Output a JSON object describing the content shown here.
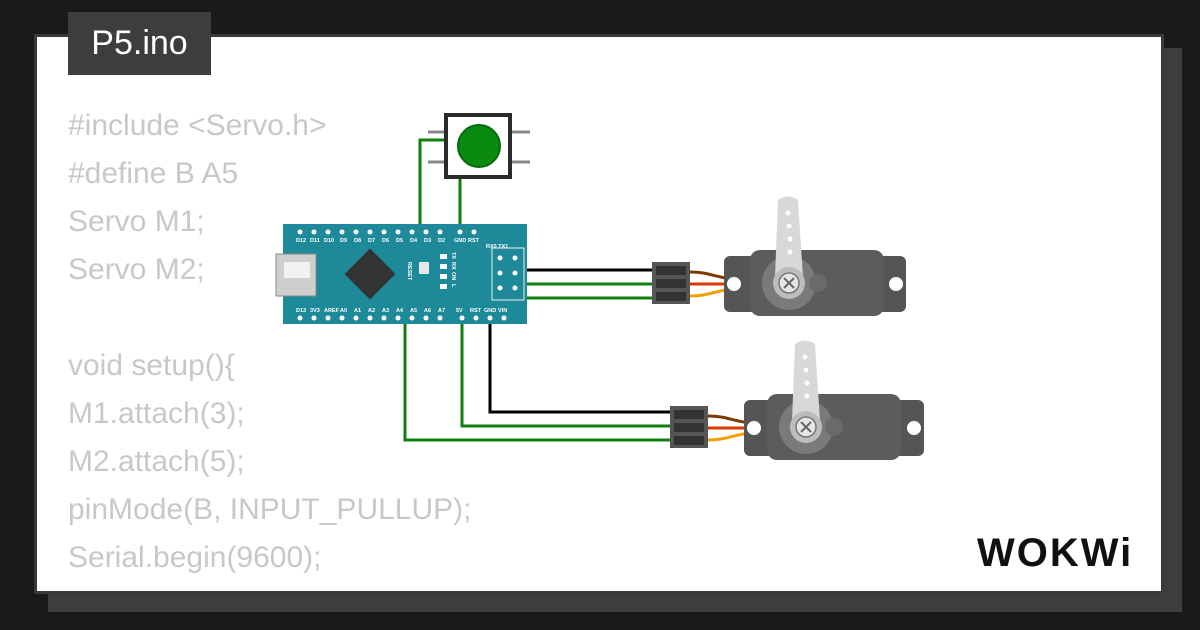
{
  "file_tab": {
    "label": "P5.ino"
  },
  "code_lines": [
    "#include <Servo.h>",
    "#define B A5",
    "Servo M1;",
    "Servo M2;",
    "",
    "void setup(){",
    "M1.attach(3);",
    "M2.attach(5);",
    "pinMode(B, INPUT_PULLUP);",
    "Serial.begin(9600);"
  ],
  "board": {
    "top_pins": [
      "D12",
      "D11",
      "D10",
      "D9",
      "D8",
      "D7",
      "D6",
      "D5",
      "D4",
      "D3",
      "D2",
      "GND",
      "RST"
    ],
    "rx_tx_label": "RX0 TX1",
    "bottom_pins": [
      "D13",
      "3V3",
      "AREF",
      "A0",
      "A1",
      "A2",
      "A3",
      "A4",
      "A5",
      "A6",
      "A7",
      "5V",
      "RST",
      "GND",
      "VIN"
    ],
    "reset_label": "RESET",
    "led_labels": [
      "TX",
      "RX",
      "ON",
      "L"
    ]
  },
  "logo_text": "WOKWi",
  "colors": {
    "background": "#1a1a1a",
    "card": "#ffffff",
    "board": "#1e8a99",
    "wire_green": "#0f7f0f",
    "wire_black": "#000000",
    "servo": "#5a5a5a",
    "button_cap": "#0a8a10"
  }
}
